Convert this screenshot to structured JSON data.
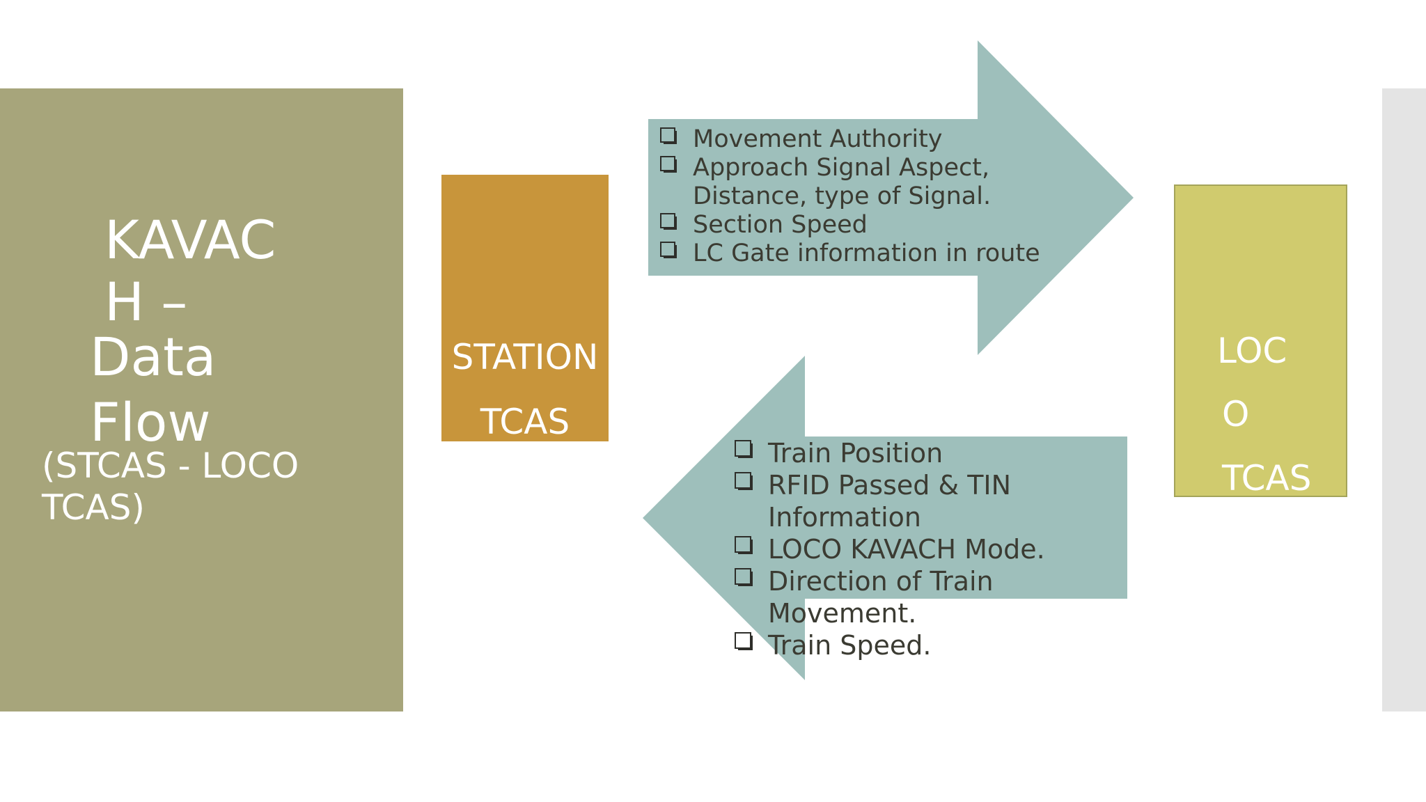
{
  "colors": {
    "title_panel": "#a7a57b",
    "station_box": "#c8953b",
    "loco_box": "#d0cb6e",
    "arrow": "#9ebfbb",
    "right_strip": "#e4e4e4"
  },
  "title": {
    "lines": [
      "KAVAC",
      "H –",
      "Data",
      "Flow"
    ],
    "subtitle_lines": [
      "(STCAS - LOCO",
      "TCAS)"
    ]
  },
  "station": {
    "lines": [
      "STATION",
      "TCAS"
    ]
  },
  "loco": {
    "lines": [
      "LOC",
      "O",
      "TCAS"
    ]
  },
  "top_arrow": {
    "direction": "right",
    "items": [
      "Movement Authority",
      "Approach Signal Aspect, Distance,  type of Signal.",
      "Section Speed",
      "LC Gate information in route"
    ]
  },
  "bottom_arrow": {
    "direction": "left",
    "items": [
      "Train Position",
      "RFID Passed & TIN Information",
      "LOCO KAVACH Mode.",
      "Direction of Train Movement.",
      "Train Speed."
    ]
  }
}
